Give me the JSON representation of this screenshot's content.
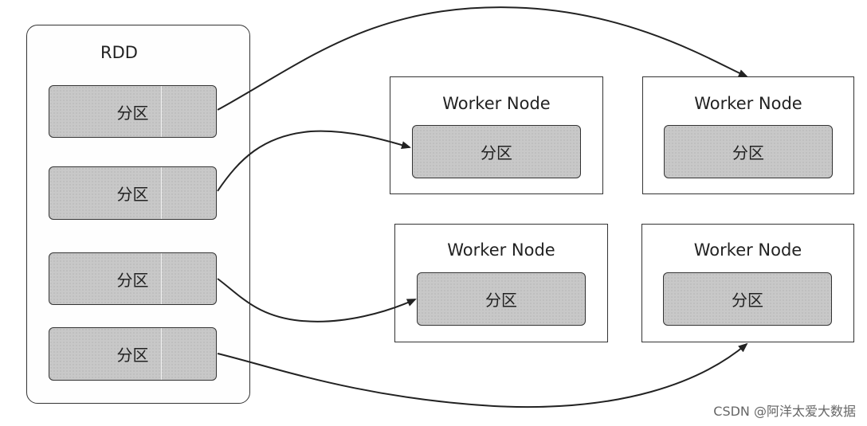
{
  "rdd": {
    "title": "RDD",
    "partitions": [
      "分区",
      "分区",
      "分区",
      "分区"
    ]
  },
  "worker_nodes": [
    {
      "title": "Worker Node",
      "partition": "分区"
    },
    {
      "title": "Worker Node",
      "partition": "分区"
    },
    {
      "title": "Worker Node",
      "partition": "分区"
    },
    {
      "title": "Worker Node",
      "partition": "分区"
    }
  ],
  "watermark": "CSDN @阿洋太爱大数据",
  "colors": {
    "partition_fill": "#c8c8c8",
    "stroke": "#333333",
    "background": "#ffffff"
  }
}
